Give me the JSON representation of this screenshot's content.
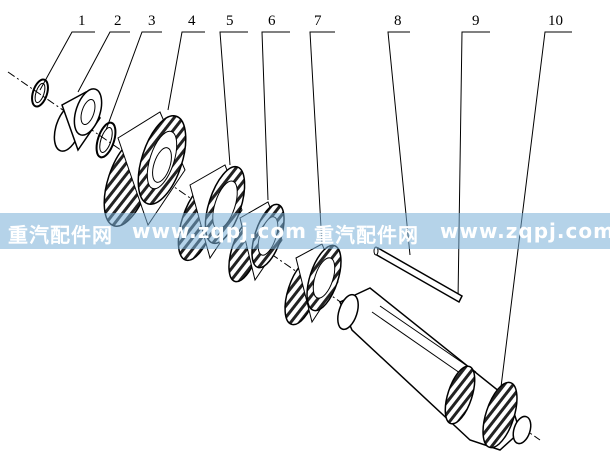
{
  "part_numbers": [
    "1",
    "2",
    "3",
    "4",
    "5",
    "6",
    "7",
    "8",
    "9",
    "10"
  ],
  "watermark": {
    "brand_1": "重汽配件网",
    "url_1": "www.zqpj.com",
    "brand_2": "重汽配件网",
    "url_2": "www.zqpj.com"
  }
}
